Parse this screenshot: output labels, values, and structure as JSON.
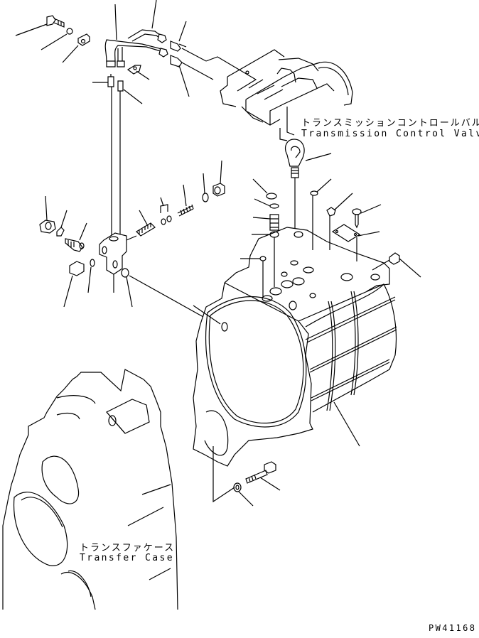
{
  "diagram": {
    "type": "exploded-parts-view",
    "drawing_number": "PW41168",
    "components": [
      {
        "id": "transmission-control-valve",
        "label_jp": "トランスミッションコントロールバルブ",
        "label_en": "Transmission Control Valve"
      },
      {
        "id": "transfer-case",
        "label_jp": "トランスファケース",
        "label_en": "Transfer Case"
      }
    ],
    "colors": {
      "line": "#000000",
      "background": "#ffffff"
    }
  }
}
